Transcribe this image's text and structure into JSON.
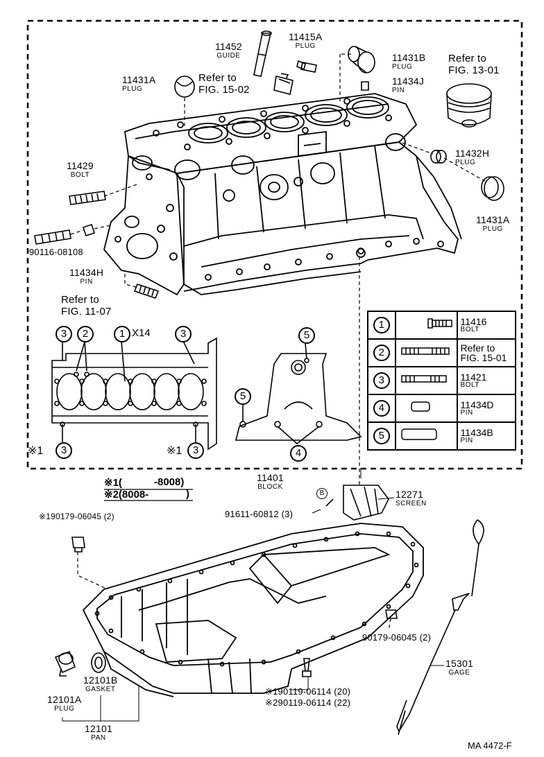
{
  "callouts": {
    "guide_11452": {
      "num": "11452",
      "name": "GUIDE"
    },
    "plug_11415A": {
      "num": "11415A",
      "name": "PLUG"
    },
    "plug_11431B": {
      "num": "11431B",
      "name": "PLUG"
    },
    "pin_11434J": {
      "num": "11434J",
      "name": "PIN"
    },
    "plug_11431A_top": {
      "num": "11431A",
      "name": "PLUG"
    },
    "ref_fig_15_02": {
      "line1": "Refer to",
      "line2": "FIG. 15-02"
    },
    "ref_fig_13_01": {
      "line1": "Refer to",
      "line2": "FIG. 13-01"
    },
    "bolt_11429": {
      "num": "11429",
      "name": "BOLT"
    },
    "plug_11432H": {
      "num": "11432H",
      "name": "PLUG"
    },
    "plug_11431A_right": {
      "num": "11431A",
      "name": "PLUG"
    },
    "stud_90116": {
      "num": "90116-08108"
    },
    "pin_11434H": {
      "num": "11434H",
      "name": "PIN"
    },
    "ref_fig_11_07": {
      "line1": "Refer to",
      "line2": "FIG. 11-07"
    },
    "block_11401": {
      "num": "11401",
      "name": "BLOCK"
    },
    "bolt_91611": {
      "num": "91611-60812 (3)"
    },
    "screen_12271": {
      "num": "12271",
      "name": "SCREEN"
    },
    "plug_190179": {
      "num": "※190179-06045 (2)"
    },
    "plug_90179": {
      "num": "90179-06045 (2)"
    },
    "gage_15301": {
      "num": "15301",
      "name": "GAGE"
    },
    "gasket_12101B": {
      "num": "12101B",
      "name": "GASKET"
    },
    "plug_12101A": {
      "num": "12101A",
      "name": "PLUG"
    },
    "pan_12101": {
      "num": "12101",
      "name": "PAN"
    },
    "bolt_190119": {
      "num": "※190119-06114 (20)"
    },
    "bolt_290119": {
      "num": "※290119-06114 (22)"
    }
  },
  "bolt_view": {
    "x14": "X14",
    "note_left": "※1",
    "note_right": "※1",
    "markers": [
      "3",
      "2",
      "1",
      "3",
      "3",
      "3"
    ],
    "front_markers": [
      "5",
      "5",
      "4"
    ]
  },
  "circle_b": "B",
  "date_notes": {
    "line1_key": "※1(",
    "line1_val": "-8008)",
    "line2_key": "※2(8008-",
    "line2_val": ")"
  },
  "legend_table": {
    "rows": [
      {
        "key": "1",
        "line1": "11416",
        "line2": "BOLT"
      },
      {
        "key": "2",
        "line1": "Refer to",
        "line2": "FIG. 15-01"
      },
      {
        "key": "3",
        "line1": "11421",
        "line2": "BOLT"
      },
      {
        "key": "4",
        "line1": "11434D",
        "line2": "PIN"
      },
      {
        "key": "5",
        "line1": "11434B",
        "line2": "PIN"
      }
    ]
  },
  "illustration_code": "MA 4472-F"
}
